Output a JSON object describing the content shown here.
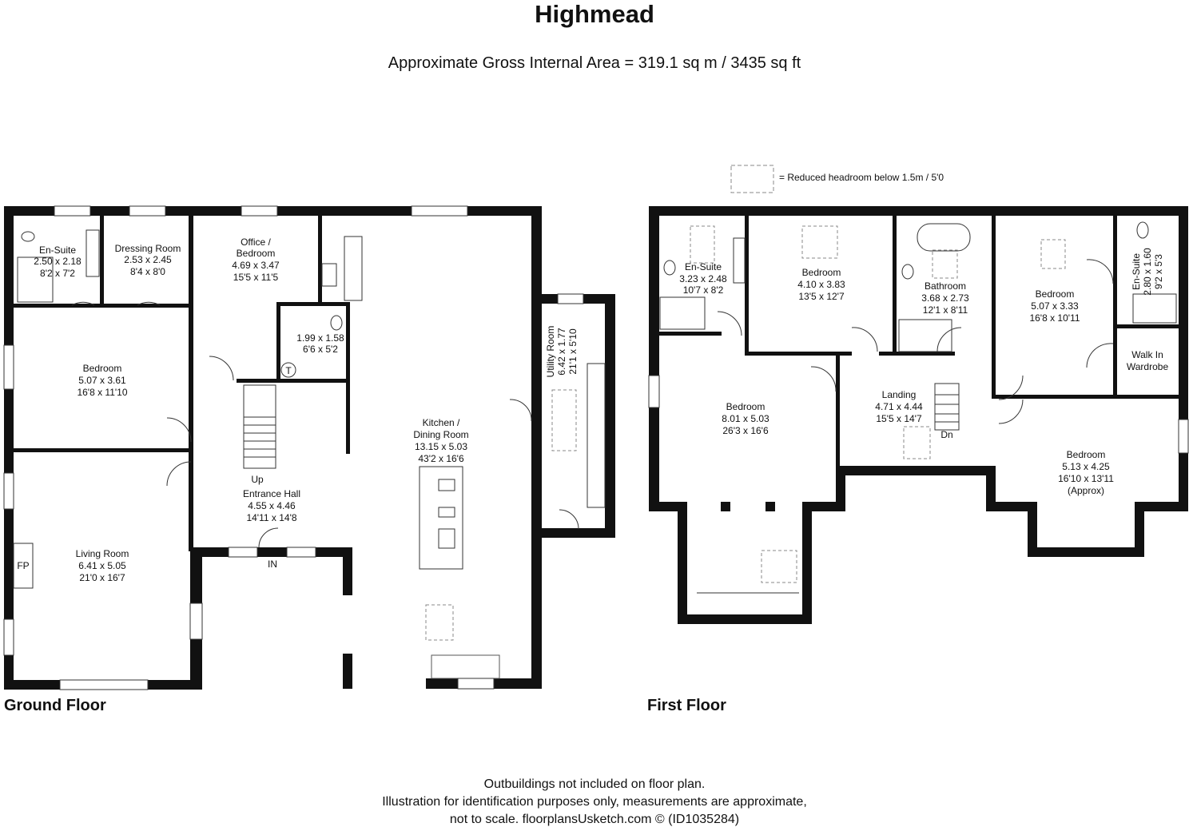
{
  "title": "Highmead",
  "area": "Approximate Gross Internal Area = 319.1 sq m / 3435 sq ft",
  "legend": "= Reduced headroom below 1.5m / 5'0",
  "ground_floor": {
    "label": "Ground Floor",
    "rooms": [
      {
        "name": "En-Suite",
        "metric": "2.50 x 2.18",
        "imperial": "8'2 x 7'2"
      },
      {
        "name": "Dressing Room",
        "metric": "2.53 x 2.45",
        "imperial": "8'4 x 8'0"
      },
      {
        "name": "Office /",
        "name2": "Bedroom",
        "metric": "4.69 x 3.47",
        "imperial": "15'5 x 11'5"
      },
      {
        "name": "Bedroom",
        "metric": "5.07 x 3.61",
        "imperial": "16'8 x 11'10"
      },
      {
        "name": "Living Room",
        "metric": "6.41 x 5.05",
        "imperial": "21'0 x 16'7"
      },
      {
        "name": "Entrance Hall",
        "metric": "4.55 x 4.46",
        "imperial": "14'11 x 14'8"
      },
      {
        "name": "Kitchen /",
        "name2": "Dining Room",
        "metric": "13.15 x 5.03",
        "imperial": "43'2 x 16'6"
      },
      {
        "name": "Utility Room",
        "metric": "6.42 x 1.77",
        "imperial": "21'1 x 5'10"
      },
      {
        "name": "",
        "metric": "1.99 x 1.58",
        "imperial": "6'6 x 5'2"
      }
    ],
    "marks": {
      "up": "Up",
      "in": "IN",
      "fp": "FP",
      "t": "T"
    }
  },
  "first_floor": {
    "label": "First Floor",
    "rooms": [
      {
        "name": "En-Suite",
        "metric": "3.23 x 2.48",
        "imperial": "10'7 x 8'2"
      },
      {
        "name": "Bedroom",
        "metric": "4.10 x 3.83",
        "imperial": "13'5 x 12'7"
      },
      {
        "name": "Bathroom",
        "metric": "3.68 x 2.73",
        "imperial": "12'1 x 8'11"
      },
      {
        "name": "Bedroom",
        "metric": "5.07 x 3.33",
        "imperial": "16'8 x 10'11"
      },
      {
        "name": "En-Suite",
        "metric": "2.80 x 1.60",
        "imperial": "9'2 x 5'3"
      },
      {
        "name": "Walk In",
        "name2": "Wardrobe"
      },
      {
        "name": "Bedroom",
        "metric": "8.01 x 5.03",
        "imperial": "26'3 x 16'6"
      },
      {
        "name": "Landing",
        "metric": "4.71 x 4.44",
        "imperial": "15'5 x 14'7"
      },
      {
        "name": "Bedroom",
        "metric": "5.13 x 4.25",
        "imperial": "16'10 x 13'11",
        "note": "(Approx)"
      }
    ],
    "marks": {
      "dn": "Dn"
    }
  },
  "footer": {
    "line1": "Outbuildings not included on floor plan.",
    "line2": "Illustration for identification purposes only, measurements are approximate,",
    "line3": "not to scale. floorplansUsketch.com © (ID1035284)"
  }
}
